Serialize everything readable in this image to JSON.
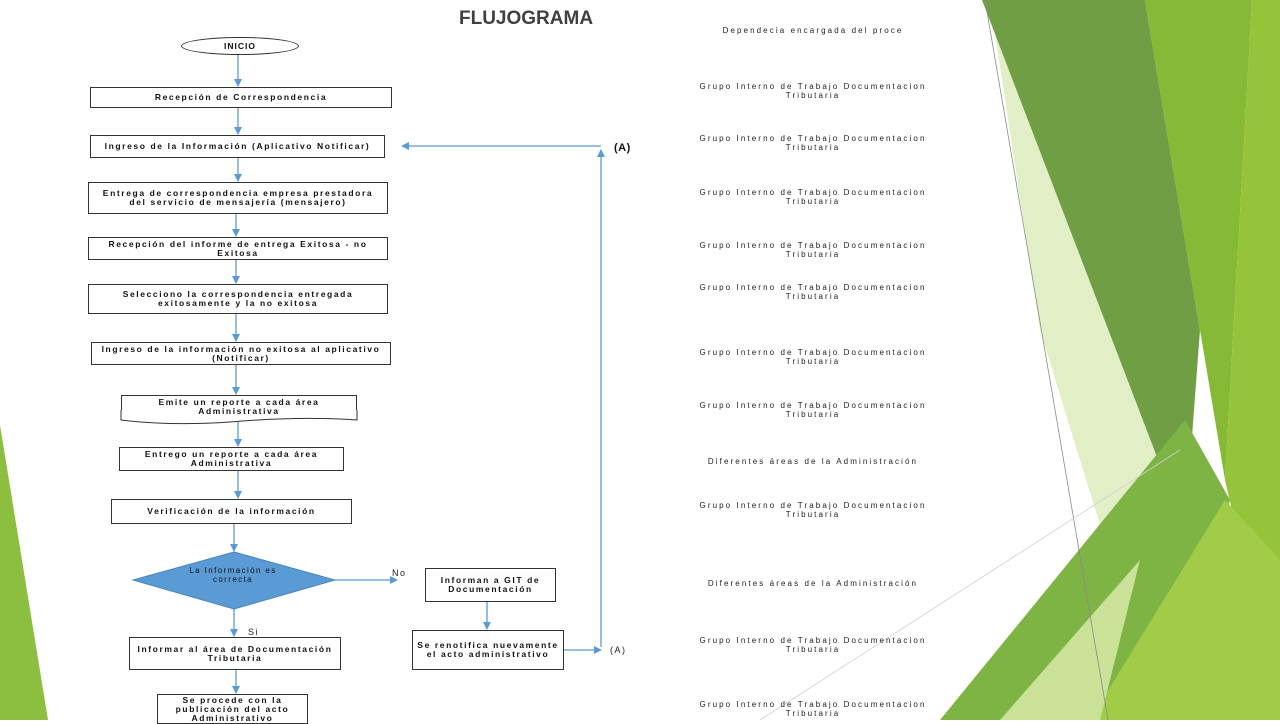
{
  "title": "FLUJOGRAMA",
  "flow": {
    "start": "INICIO",
    "steps": [
      "Recepción de Correspondencia",
      "Ingreso de la Información (Aplicativo Notificar)",
      "Entrega de correspondencia empresa prestadora del servicio de mensajería (mensajero)",
      "Recepción del informe de entrega Exitosa - no Exitosa",
      "Selecciono la correspondencia entregada exitosamente y la no exitosa",
      "Ingreso de la información no exitosa al aplicativo (Notificar)",
      "Emite un reporte a cada área Administrativa",
      "Entrego un reporte a cada área Administrativa",
      "Verificación de la información"
    ],
    "decision": "La Información es correcta",
    "no_label": "No",
    "yes_label": "Si",
    "no_branch": [
      "Informan a GIT de Documentación",
      "Se renotifica nuevamente el acto administrativo"
    ],
    "yes_branch": [
      "Informar al área de Documentación Tributaria",
      "Se procede con la publicación del acto Administrativo"
    ],
    "connector_top": "(A)",
    "connector_bottom": "(A)"
  },
  "responsible": {
    "header": "Dependecia encargada del proce",
    "rows": [
      "Grupo Interno de Trabajo Documentacion Tributaria",
      "Grupo Interno de Trabajo Documentacion Tributaria",
      "Grupo Interno de Trabajo Documentacion Tributaria",
      "Grupo Interno de Trabajo Documentacion Tributaria",
      "Grupo Interno de Trabajo Documentacion Tributaria",
      "Grupo Interno de Trabajo Documentacion Tributaria",
      "Grupo Interno de Trabajo Documentacion Tributaria",
      "Diferentes áreas de la Administración",
      "Grupo Interno de Trabajo Documentacion Tributaria",
      "Diferentes áreas de la Administración",
      "Grupo Interno de Trabajo Documentacion Tributaria",
      "Grupo Interno de Trabajo Documentacion Tributaria"
    ]
  },
  "colors": {
    "decision_fill": "#5b9bd5",
    "arrow": "#5b9bd5",
    "green_dark": "#6a9a3c",
    "green_mid": "#84b832",
    "green_light": "#c5df8f"
  }
}
